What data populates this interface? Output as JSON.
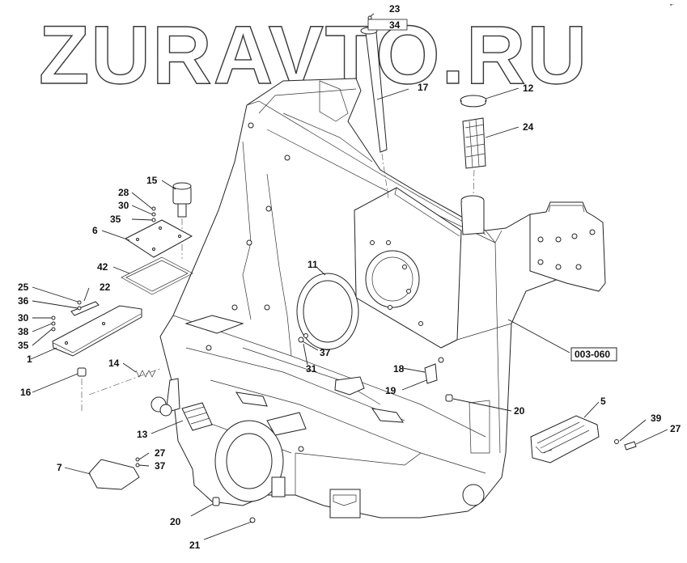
{
  "watermark": "ZURAVTO.RU",
  "reference": "003-060",
  "corner_mark": "▪-",
  "labels": {
    "p1": "1",
    "p5": "5",
    "p6": "6",
    "p7": "7",
    "p11": "11",
    "p12": "12",
    "p13": "13",
    "p14": "14",
    "p15": "15",
    "p16": "16",
    "p17": "17",
    "p18": "18",
    "p19": "19",
    "p20a": "20",
    "p20b": "20",
    "p21": "21",
    "p22": "22",
    "p23": "23",
    "p24": "24",
    "p25": "25",
    "p27a": "27",
    "p27b": "27",
    "p28": "28",
    "p30a": "30",
    "p30b": "30",
    "p31": "31",
    "p34": "34",
    "p35a": "35",
    "p35b": "35",
    "p36": "36",
    "p37a": "37",
    "p37b": "37",
    "p38": "38",
    "p39": "39",
    "p42": "42"
  }
}
